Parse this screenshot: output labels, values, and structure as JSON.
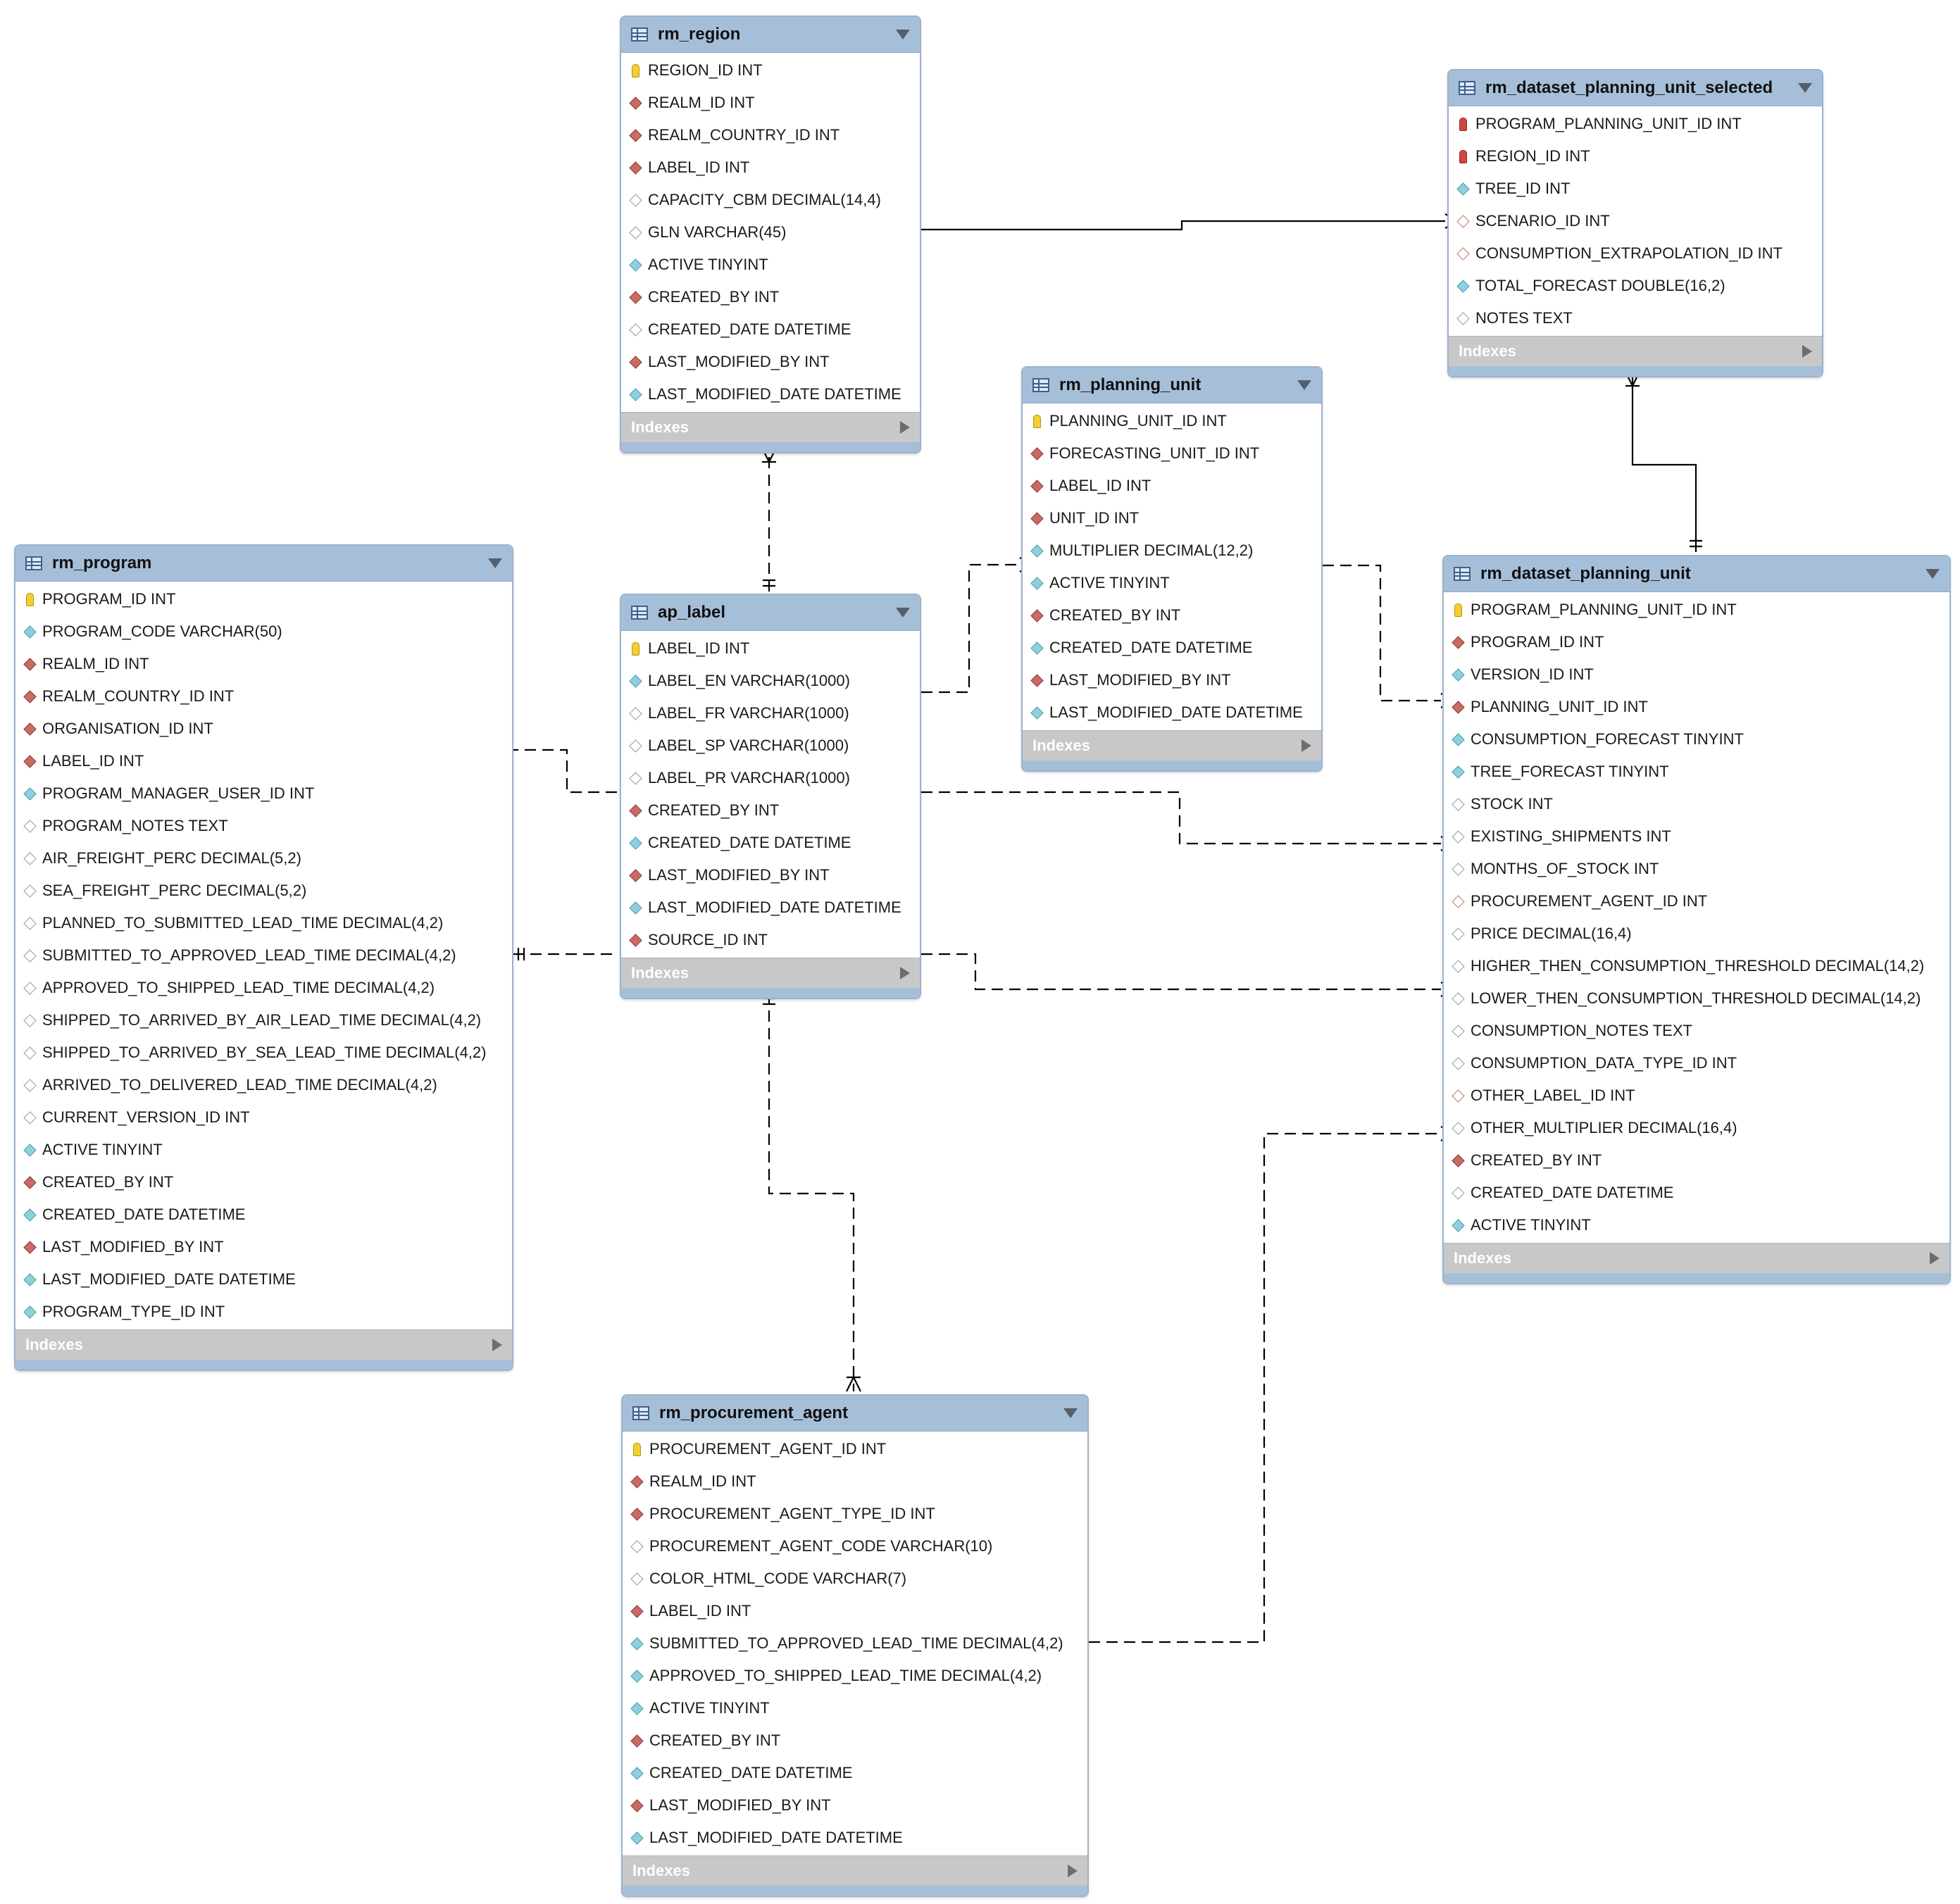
{
  "tables": {
    "rm_region": {
      "name": "rm_region",
      "indexes": "Indexes",
      "columns": [
        {
          "text": "REGION_ID INT",
          "icon": "primary-key-icon"
        },
        {
          "text": "REALM_ID INT",
          "icon": "foreign-key-icon"
        },
        {
          "text": "REALM_COUNTRY_ID INT",
          "icon": "foreign-key-icon"
        },
        {
          "text": "LABEL_ID INT",
          "icon": "foreign-key-icon"
        },
        {
          "text": "CAPACITY_CBM DECIMAL(14,4)",
          "icon": "nullable-column-icon"
        },
        {
          "text": "GLN VARCHAR(45)",
          "icon": "nullable-column-icon"
        },
        {
          "text": "ACTIVE TINYINT",
          "icon": "column-icon"
        },
        {
          "text": "CREATED_BY INT",
          "icon": "foreign-key-icon"
        },
        {
          "text": "CREATED_DATE DATETIME",
          "icon": "nullable-column-icon"
        },
        {
          "text": "LAST_MODIFIED_BY INT",
          "icon": "foreign-key-icon"
        },
        {
          "text": "LAST_MODIFIED_DATE DATETIME",
          "icon": "column-icon"
        }
      ]
    },
    "rm_dataset_planning_unit_selected": {
      "name": "rm_dataset_planning_unit_selected",
      "indexes": "Indexes",
      "columns": [
        {
          "text": "PROGRAM_PLANNING_UNIT_ID INT",
          "icon": "primary-foreign-key-icon"
        },
        {
          "text": "REGION_ID INT",
          "icon": "primary-foreign-key-icon"
        },
        {
          "text": "TREE_ID INT",
          "icon": "column-icon"
        },
        {
          "text": "SCENARIO_ID INT",
          "icon": "nullable-foreign-key-icon"
        },
        {
          "text": "CONSUMPTION_EXTRAPOLATION_ID INT",
          "icon": "nullable-foreign-key-icon"
        },
        {
          "text": "TOTAL_FORECAST DOUBLE(16,2)",
          "icon": "column-icon"
        },
        {
          "text": "NOTES TEXT",
          "icon": "nullable-column-icon"
        }
      ]
    },
    "rm_planning_unit": {
      "name": "rm_planning_unit",
      "indexes": "Indexes",
      "columns": [
        {
          "text": "PLANNING_UNIT_ID INT",
          "icon": "primary-key-icon"
        },
        {
          "text": "FORECASTING_UNIT_ID INT",
          "icon": "foreign-key-icon"
        },
        {
          "text": "LABEL_ID INT",
          "icon": "foreign-key-icon"
        },
        {
          "text": "UNIT_ID INT",
          "icon": "foreign-key-icon"
        },
        {
          "text": "MULTIPLIER DECIMAL(12,2)",
          "icon": "column-icon"
        },
        {
          "text": "ACTIVE TINYINT",
          "icon": "column-icon"
        },
        {
          "text": "CREATED_BY INT",
          "icon": "foreign-key-icon"
        },
        {
          "text": "CREATED_DATE DATETIME",
          "icon": "column-icon"
        },
        {
          "text": "LAST_MODIFIED_BY INT",
          "icon": "foreign-key-icon"
        },
        {
          "text": "LAST_MODIFIED_DATE DATETIME",
          "icon": "column-icon"
        }
      ]
    },
    "rm_program": {
      "name": "rm_program",
      "indexes": "Indexes",
      "columns": [
        {
          "text": "PROGRAM_ID INT",
          "icon": "primary-key-icon"
        },
        {
          "text": "PROGRAM_CODE VARCHAR(50)",
          "icon": "column-icon"
        },
        {
          "text": "REALM_ID INT",
          "icon": "foreign-key-icon"
        },
        {
          "text": "REALM_COUNTRY_ID INT",
          "icon": "foreign-key-icon"
        },
        {
          "text": "ORGANISATION_ID INT",
          "icon": "foreign-key-icon"
        },
        {
          "text": "LABEL_ID INT",
          "icon": "foreign-key-icon"
        },
        {
          "text": "PROGRAM_MANAGER_USER_ID INT",
          "icon": "column-icon"
        },
        {
          "text": "PROGRAM_NOTES TEXT",
          "icon": "nullable-column-icon"
        },
        {
          "text": "AIR_FREIGHT_PERC DECIMAL(5,2)",
          "icon": "nullable-column-icon"
        },
        {
          "text": "SEA_FREIGHT_PERC DECIMAL(5,2)",
          "icon": "nullable-column-icon"
        },
        {
          "text": "PLANNED_TO_SUBMITTED_LEAD_TIME DECIMAL(4,2)",
          "icon": "nullable-column-icon"
        },
        {
          "text": "SUBMITTED_TO_APPROVED_LEAD_TIME DECIMAL(4,2)",
          "icon": "nullable-column-icon"
        },
        {
          "text": "APPROVED_TO_SHIPPED_LEAD_TIME DECIMAL(4,2)",
          "icon": "nullable-column-icon"
        },
        {
          "text": "SHIPPED_TO_ARRIVED_BY_AIR_LEAD_TIME DECIMAL(4,2)",
          "icon": "nullable-column-icon"
        },
        {
          "text": "SHIPPED_TO_ARRIVED_BY_SEA_LEAD_TIME DECIMAL(4,2)",
          "icon": "nullable-column-icon"
        },
        {
          "text": "ARRIVED_TO_DELIVERED_LEAD_TIME DECIMAL(4,2)",
          "icon": "nullable-column-icon"
        },
        {
          "text": "CURRENT_VERSION_ID INT",
          "icon": "nullable-column-icon"
        },
        {
          "text": "ACTIVE TINYINT",
          "icon": "column-icon"
        },
        {
          "text": "CREATED_BY INT",
          "icon": "foreign-key-icon"
        },
        {
          "text": "CREATED_DATE DATETIME",
          "icon": "column-icon"
        },
        {
          "text": "LAST_MODIFIED_BY INT",
          "icon": "foreign-key-icon"
        },
        {
          "text": "LAST_MODIFIED_DATE DATETIME",
          "icon": "column-icon"
        },
        {
          "text": "PROGRAM_TYPE_ID INT",
          "icon": "column-icon"
        }
      ]
    },
    "ap_label": {
      "name": "ap_label",
      "indexes": "Indexes",
      "columns": [
        {
          "text": "LABEL_ID INT",
          "icon": "primary-key-icon"
        },
        {
          "text": "LABEL_EN VARCHAR(1000)",
          "icon": "column-icon"
        },
        {
          "text": "LABEL_FR VARCHAR(1000)",
          "icon": "nullable-column-icon"
        },
        {
          "text": "LABEL_SP VARCHAR(1000)",
          "icon": "nullable-column-icon"
        },
        {
          "text": "LABEL_PR VARCHAR(1000)",
          "icon": "nullable-column-icon"
        },
        {
          "text": "CREATED_BY INT",
          "icon": "foreign-key-icon"
        },
        {
          "text": "CREATED_DATE DATETIME",
          "icon": "column-icon"
        },
        {
          "text": "LAST_MODIFIED_BY INT",
          "icon": "foreign-key-icon"
        },
        {
          "text": "LAST_MODIFIED_DATE DATETIME",
          "icon": "column-icon"
        },
        {
          "text": "SOURCE_ID INT",
          "icon": "foreign-key-icon"
        }
      ]
    },
    "rm_dataset_planning_unit": {
      "name": "rm_dataset_planning_unit",
      "indexes": "Indexes",
      "columns": [
        {
          "text": "PROGRAM_PLANNING_UNIT_ID INT",
          "icon": "primary-key-icon"
        },
        {
          "text": "PROGRAM_ID INT",
          "icon": "foreign-key-icon"
        },
        {
          "text": "VERSION_ID INT",
          "icon": "column-icon"
        },
        {
          "text": "PLANNING_UNIT_ID INT",
          "icon": "foreign-key-icon"
        },
        {
          "text": "CONSUMPTION_FORECAST TINYINT",
          "icon": "column-icon"
        },
        {
          "text": "TREE_FORECAST TINYINT",
          "icon": "column-icon"
        },
        {
          "text": "STOCK INT",
          "icon": "nullable-column-icon"
        },
        {
          "text": "EXISTING_SHIPMENTS INT",
          "icon": "nullable-column-icon"
        },
        {
          "text": "MONTHS_OF_STOCK INT",
          "icon": "nullable-column-icon"
        },
        {
          "text": "PROCUREMENT_AGENT_ID INT",
          "icon": "nullable-foreign-key-icon"
        },
        {
          "text": "PRICE DECIMAL(16,4)",
          "icon": "nullable-column-icon"
        },
        {
          "text": "HIGHER_THEN_CONSUMPTION_THRESHOLD DECIMAL(14,2)",
          "icon": "nullable-column-icon"
        },
        {
          "text": "LOWER_THEN_CONSUMPTION_THRESHOLD DECIMAL(14,2)",
          "icon": "nullable-column-icon"
        },
        {
          "text": "CONSUMPTION_NOTES TEXT",
          "icon": "nullable-column-icon"
        },
        {
          "text": "CONSUMPTION_DATA_TYPE_ID INT",
          "icon": "nullable-column-icon"
        },
        {
          "text": "OTHER_LABEL_ID INT",
          "icon": "nullable-foreign-key-icon"
        },
        {
          "text": "OTHER_MULTIPLIER DECIMAL(16,4)",
          "icon": "nullable-column-icon"
        },
        {
          "text": "CREATED_BY INT",
          "icon": "foreign-key-icon"
        },
        {
          "text": "CREATED_DATE DATETIME",
          "icon": "nullable-column-icon"
        },
        {
          "text": "ACTIVE TINYINT",
          "icon": "column-icon"
        }
      ]
    },
    "rm_procurement_agent": {
      "name": "rm_procurement_agent",
      "indexes": "Indexes",
      "columns": [
        {
          "text": "PROCUREMENT_AGENT_ID INT",
          "icon": "primary-key-icon"
        },
        {
          "text": "REALM_ID INT",
          "icon": "foreign-key-icon"
        },
        {
          "text": "PROCUREMENT_AGENT_TYPE_ID INT",
          "icon": "foreign-key-icon"
        },
        {
          "text": "PROCUREMENT_AGENT_CODE VARCHAR(10)",
          "icon": "nullable-column-icon"
        },
        {
          "text": "COLOR_HTML_CODE VARCHAR(7)",
          "icon": "nullable-column-icon"
        },
        {
          "text": "LABEL_ID INT",
          "icon": "foreign-key-icon"
        },
        {
          "text": "SUBMITTED_TO_APPROVED_LEAD_TIME DECIMAL(4,2)",
          "icon": "column-icon"
        },
        {
          "text": "APPROVED_TO_SHIPPED_LEAD_TIME DECIMAL(4,2)",
          "icon": "column-icon"
        },
        {
          "text": "ACTIVE TINYINT",
          "icon": "column-icon"
        },
        {
          "text": "CREATED_BY INT",
          "icon": "foreign-key-icon"
        },
        {
          "text": "CREATED_DATE DATETIME",
          "icon": "column-icon"
        },
        {
          "text": "LAST_MODIFIED_BY INT",
          "icon": "foreign-key-icon"
        },
        {
          "text": "LAST_MODIFIED_DATE DATETIME",
          "icon": "column-icon"
        }
      ]
    }
  },
  "relationships": [
    {
      "from": "rm_region",
      "to": "rm_dataset_planning_unit_selected",
      "style": "solid",
      "cardinality": "one-to-many"
    },
    {
      "from": "rm_dataset_planning_unit",
      "to": "rm_dataset_planning_unit_selected",
      "style": "solid",
      "cardinality": "one-to-many"
    },
    {
      "from": "ap_label",
      "to": "rm_region",
      "style": "dashed",
      "cardinality": "one-to-many"
    },
    {
      "from": "ap_label",
      "to": "rm_planning_unit",
      "style": "dashed",
      "cardinality": "one-to-many"
    },
    {
      "from": "ap_label",
      "to": "rm_program",
      "style": "dashed",
      "cardinality": "one-to-many"
    },
    {
      "from": "ap_label",
      "to": "rm_dataset_planning_unit",
      "style": "dashed",
      "cardinality": "one-to-many"
    },
    {
      "from": "ap_label",
      "to": "rm_procurement_agent",
      "style": "dashed",
      "cardinality": "one-to-many"
    },
    {
      "from": "rm_planning_unit",
      "to": "rm_dataset_planning_unit",
      "style": "dashed",
      "cardinality": "one-to-many"
    },
    {
      "from": "rm_program",
      "to": "rm_dataset_planning_unit",
      "style": "dashed",
      "cardinality": "one-to-many"
    },
    {
      "from": "rm_procurement_agent",
      "to": "rm_dataset_planning_unit",
      "style": "dashed",
      "cardinality": "one-to-many"
    }
  ],
  "colors": {
    "header": "#a6bfd9",
    "indexes_bar": "#c8c8c8",
    "primary_key": "#f2cf2e",
    "foreign_key": "#c96a63",
    "column": "#8fd0de",
    "line": "#000000"
  }
}
